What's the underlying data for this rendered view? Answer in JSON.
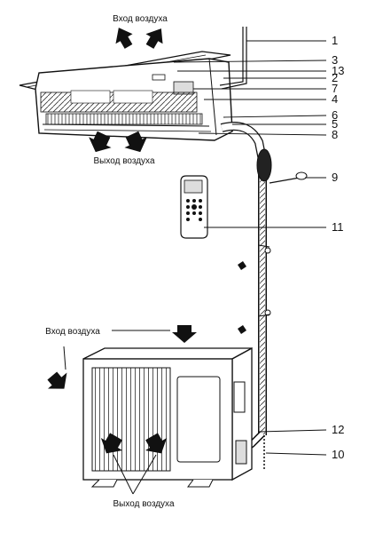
{
  "air_labels": {
    "top_intake": "Вход воздуха",
    "top_outlet": "Выход воздуха",
    "outdoor_intake": "Вход воздуха",
    "outdoor_outlet": "Выход воздуха"
  },
  "callouts": [
    "1",
    "3",
    "13",
    "2",
    "7",
    "4",
    "6",
    "5",
    "8",
    "9",
    "11",
    "12",
    "10"
  ]
}
